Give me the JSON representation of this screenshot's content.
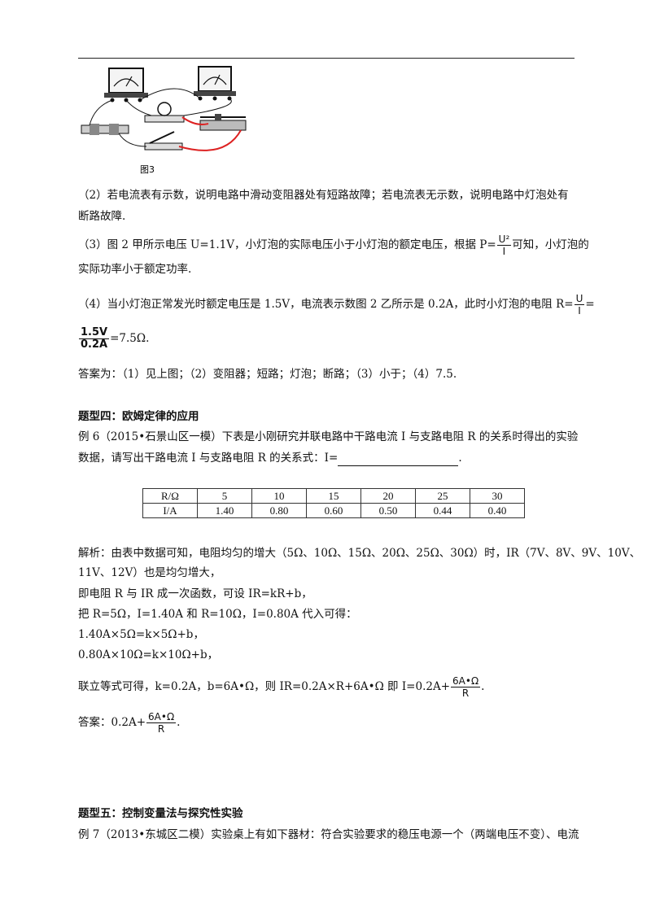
{
  "figure": {
    "caption": "图3"
  },
  "part2": {
    "line1": "（2）若电流表有示数，说明电路中滑动变阻器处有短路故障；若电流表无示数，说明电路中灯泡处有",
    "line2": "断路故障."
  },
  "part3": {
    "pre": "（3）图 2 甲所示电压 U=1.1V，小灯泡的实际电压小于小灯泡的额定电压，根据 P=",
    "frac_num": "U²",
    "frac_den": "I",
    "post": "可知，小灯泡的",
    "line2": "实际功率小于额定功率."
  },
  "part4": {
    "pre": "（4）当小灯泡正常发光时额定电压是 1.5V，电流表示数图 2 乙所示是 0.2A，此时小灯泡的电阻 R=",
    "frac_num": "U",
    "frac_den": "I",
    "post": "=",
    "frac2_num": "1.5V",
    "frac2_den": "0.2A",
    "result": "=7.5Ω."
  },
  "answer1": "答案为：（1）见上图；（2）变阻器；短路；灯泡；断路；（3）小于；（4）7.5.",
  "section4": {
    "title": "题型四：欧姆定律的应用",
    "q_line1": "例 6（2015•石景山区一模）下表是小刚研究并联电路中干路电流 I 与支路电阻 R 的关系时得出的实验",
    "q_line2_pre": "数据，请写出干路电流 I 与支路电阻 R 的关系式：I=",
    "q_line2_post": ".",
    "table": {
      "rows": [
        [
          "R/Ω",
          "5",
          "10",
          "15",
          "20",
          "25",
          "30"
        ],
        [
          "I/A",
          "1.40",
          "0.80",
          "0.60",
          "0.50",
          "0.44",
          "0.40"
        ]
      ]
    },
    "analysis": [
      "解析：由表中数据可知，电阻均匀的增大（5Ω、10Ω、15Ω、20Ω、25Ω、30Ω）时，IR（7V、8V、9V、10V、",
      "11V、12V）也是均匀增大，",
      "即电阻 R 与 IR 成一次函数，可设 IR=kR+b，",
      "把 R=5Ω，I=1.40A 和 R=10Ω，I=0.80A 代入可得：",
      "1.40A×5Ω=k×5Ω+b，",
      "0.80A×10Ω=k×10Ω+b，"
    ],
    "solve_pre": "联立等式可得，k=0.2A，b=6A•Ω，则 IR=0.2A×R+6A•Ω 即 I=0.2A+",
    "solve_num": "6A•Ω",
    "solve_den": "R",
    "solve_post": ".",
    "answer_pre": "答案：0.2A+",
    "answer_num": "6A•Ω",
    "answer_den": "R",
    "answer_post": "."
  },
  "section5": {
    "title": "题型五：控制变量法与探究性实验",
    "q_line1": "例 7（2013•东城区二模）实验桌上有如下器材：符合实验要求的稳压电源一个（两端电压不变）、电流"
  }
}
